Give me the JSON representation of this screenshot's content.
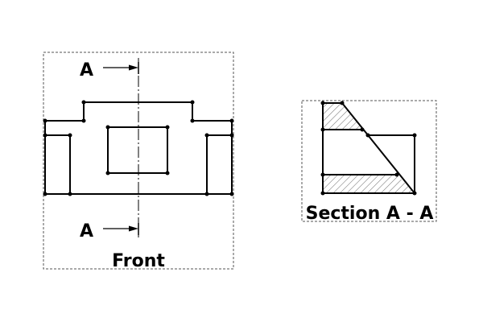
{
  "views": {
    "front": {
      "title": "Front"
    },
    "section": {
      "title": "Section A - A"
    }
  },
  "cut_plane": {
    "top_label": "A",
    "bottom_label": "A"
  },
  "colors": {
    "line": "#000000",
    "frame": "#555555",
    "hatch": "#555555",
    "background": "#ffffff"
  }
}
